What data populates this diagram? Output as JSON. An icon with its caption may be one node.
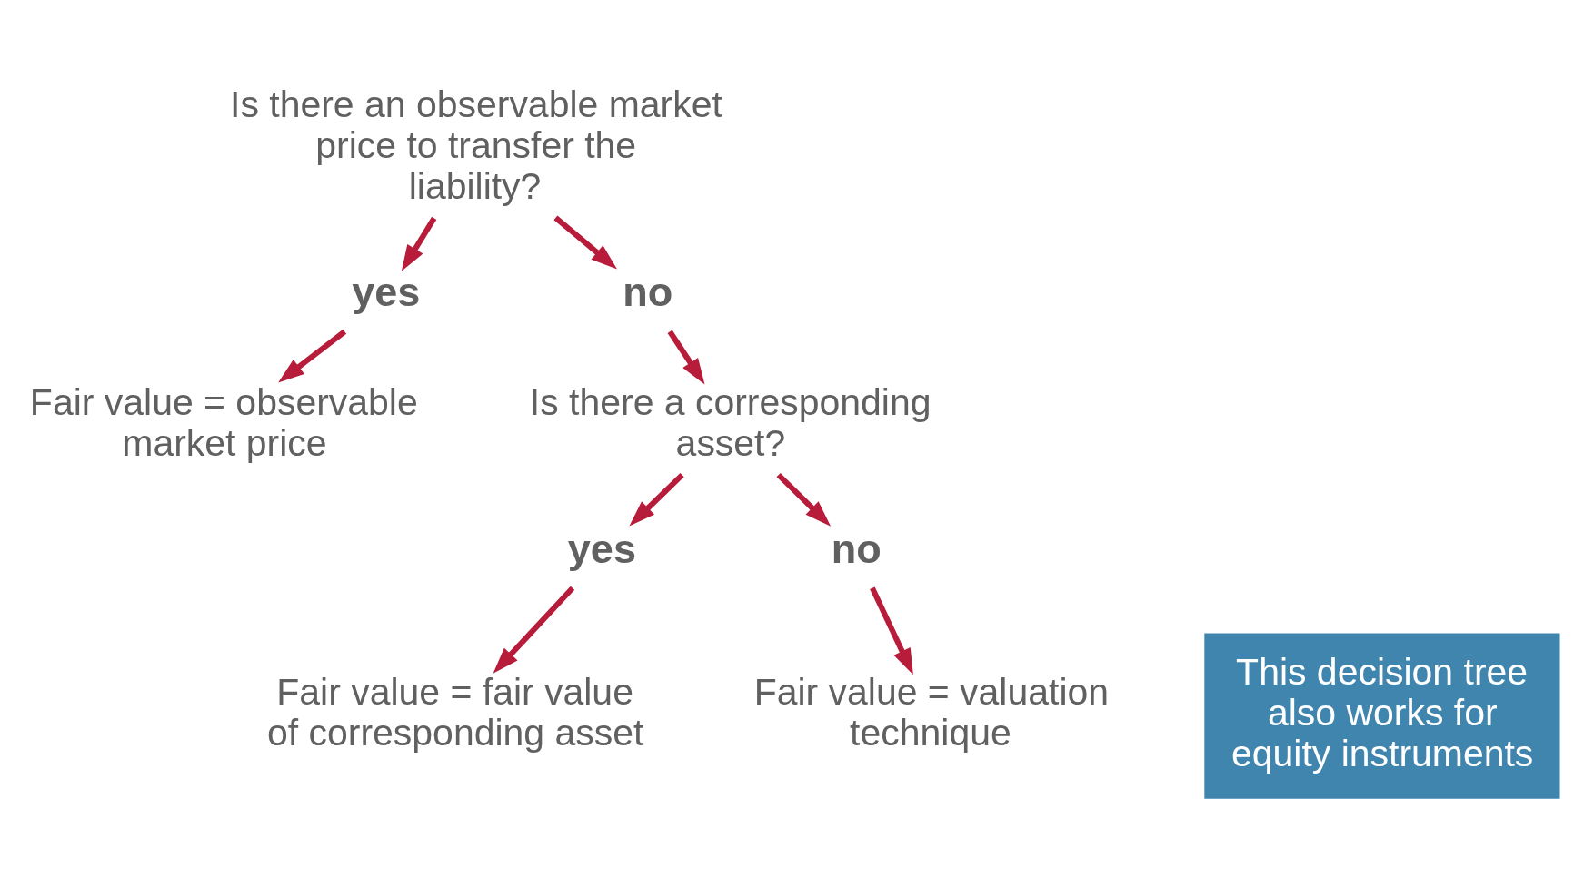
{
  "diagram": {
    "nodes": [
      {
        "text": [
          "Is there an observable market price to transfer the liability?"
        ]
      },
      {
        "text": [
          "yes"
        ]
      },
      {
        "text": [
          "no"
        ]
      },
      {
        "text": [
          "Fair value = observable market price"
        ]
      },
      {
        "text": [
          "Is there a corresponding asset?"
        ]
      },
      {
        "text": [
          "yes"
        ]
      },
      {
        "text": [
          "no"
        ]
      },
      {
        "text": [
          "Fair value = fair value of corresponding asset"
        ]
      },
      {
        "text": [
          "Fair value = valuation technique"
        ]
      },
      {
        "text": [
          "This decision tree also works for equity instruments"
        ]
      }
    ],
    "edges": [
      {
        "from": 0,
        "to": 1,
        "arrow": "to"
      },
      {
        "from": 0,
        "to": 2,
        "arrow": "to"
      },
      {
        "from": 1,
        "to": 3,
        "arrow": "to"
      },
      {
        "from": 2,
        "to": 4,
        "arrow": "to"
      },
      {
        "from": 4,
        "to": 5,
        "arrow": "to"
      },
      {
        "from": 4,
        "to": 6,
        "arrow": "to"
      },
      {
        "from": 5,
        "to": 7,
        "arrow": "to"
      },
      {
        "from": 6,
        "to": 8,
        "arrow": "to"
      }
    ]
  }
}
